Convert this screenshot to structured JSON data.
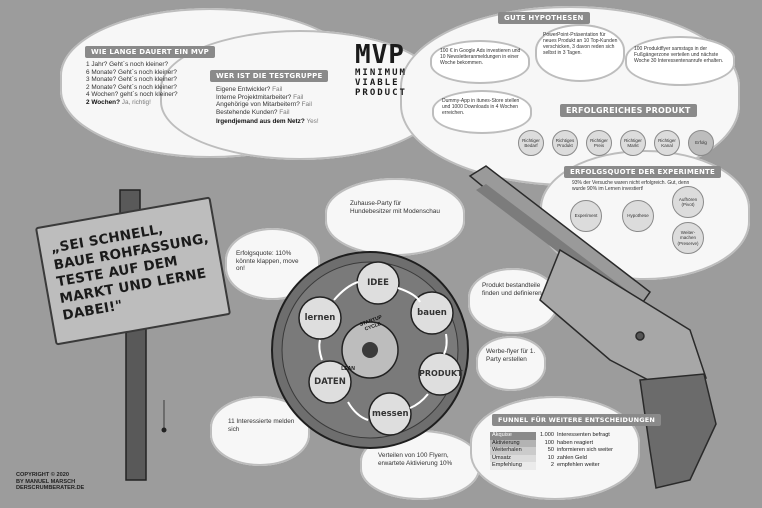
{
  "header": {
    "mvp": "MVP",
    "line1": "MINIMUM",
    "line2": "VIABLE",
    "line3": "PRODUCT"
  },
  "duration": {
    "title": "WIE LANGE DAUERT EIN MVP",
    "lines": [
      {
        "q": "1 Jahr? Geht´s noch kleiner?"
      },
      {
        "q": "6 Monate? Geht´s noch kleiner?"
      },
      {
        "q": "3 Monate? Geht´s noch kleiner?"
      },
      {
        "q": "2 Monate? Geht´s noch kleiner?"
      },
      {
        "q": "4 Wochen? geht´s noch kleiner?"
      }
    ],
    "final_q": "2 Wochen?",
    "final_a": "Ja, richtig!"
  },
  "testgroup": {
    "title": "WER IST DIE TESTGRUPPE",
    "lines": [
      {
        "q": "Eigene Entwickler?",
        "a": "Fail"
      },
      {
        "q": "Interne Projektmitarbeiter?",
        "a": "Fail"
      },
      {
        "q": "Angehörige von Mitarbeitern?",
        "a": "Fail"
      },
      {
        "q": "Bestehende Kunden?",
        "a": "Fail"
      }
    ],
    "final_q": "Irgendjemand aus dem Netz?",
    "final_a": "Yes!"
  },
  "hypotheses": {
    "title": "GUTE HYPOTHESEN",
    "h1": "100 € in Google Ads investieren und 10 Newsletteranmeldungen in einer Woche bekommen.",
    "h2": "PowerPoint-Präsentation für neues Produkt an 10 Top-Kunden verschicken, 3 davon reden sich selbst in 3 Tagen.",
    "h3": "100 Produktflyer samstags in der Fußgängerzone verteilen und nächste Woche 30 Interessentenanrufe erhalten.",
    "h4": "Dummy-App in itunes-Store stellen und 1000 Downloads in 4 Wochen erreichen."
  },
  "successful": {
    "title": "ERFOLGREICHES PRODUKT",
    "items": [
      "Richtiger Bedarf",
      "Richtiges Produkt",
      "Richtiger Preis",
      "Richtiger Markt",
      "Richtiger Kanal",
      "Erfolg"
    ]
  },
  "quote": {
    "title": "ERFOLGSQUOTE DER EXPERIMENTE",
    "text": "93% der Versuche waren nicht erfolgreich. Gut, denn wurde 90% im Lernen investiert!",
    "nodes": [
      "Experiment",
      "Hypothese",
      "Aufhören (Pivot)",
      "Weiter-machen (Preserve)"
    ]
  },
  "sign": {
    "text": "„SEI SCHNELL, BAUE ROHFASSUNG, TESTE AUF DEM MARKT UND LERNE DABEI!\""
  },
  "party": "Zuhause-Party für Hundebesitzer mit Modenschau",
  "success_rate": "Erfolgsquote: 110% könnte klappen, move on!",
  "product_parts": "Produkt bestandteile finden und definieren",
  "flyer": "Werbe-flyer für 1. Party erstellen",
  "interested": "11 Interessierte melden sich",
  "activation": "Verteilen von 100 Flyern, erwartete Aktivierung 10%",
  "cycle": {
    "nodes": [
      "IDEE",
      "bauen",
      "PRODUKT",
      "messen",
      "DATEN",
      "lernen"
    ],
    "center": "STARTUP CYCLE",
    "lean": "LEAN"
  },
  "funnel": {
    "title": "FUNNEL FÜR WEITERE ENTSCHEIDUNGEN",
    "rows": [
      {
        "stage": "Akquise",
        "value": "1.000",
        "desc": "Interessenten befragt"
      },
      {
        "stage": "Aktivierung",
        "value": "100",
        "desc": "haben reagiert"
      },
      {
        "stage": "Weiterhalen",
        "value": "50",
        "desc": "informieren sich weiter"
      },
      {
        "stage": "Umsatz",
        "value": "10",
        "desc": "zahlen Geld"
      },
      {
        "stage": "Empfehlung",
        "value": "2",
        "desc": "empfehlen weiter"
      }
    ]
  },
  "copyright": {
    "line1": "COPYRIGHT © 2020",
    "line2": "BY MANUEL MARSCH",
    "line3": "DERSCRUMBERATER.DE"
  }
}
